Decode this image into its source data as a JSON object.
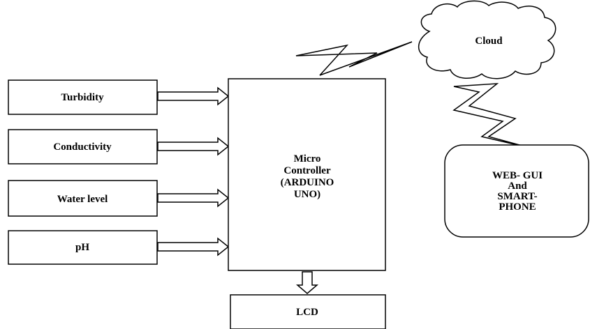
{
  "sensors": [
    {
      "label": "Turbidity"
    },
    {
      "label": "Conductivity"
    },
    {
      "label": "Water level"
    },
    {
      "label": "pH"
    }
  ],
  "controller": {
    "lines": [
      "Micro",
      "Controller",
      "(ARDUINO",
      "UNO)"
    ]
  },
  "lcd": {
    "label": "LCD"
  },
  "cloud": {
    "label": "Cloud"
  },
  "client": {
    "lines": [
      "WEB- GUI",
      "And",
      "SMART-",
      "PHONE"
    ]
  }
}
